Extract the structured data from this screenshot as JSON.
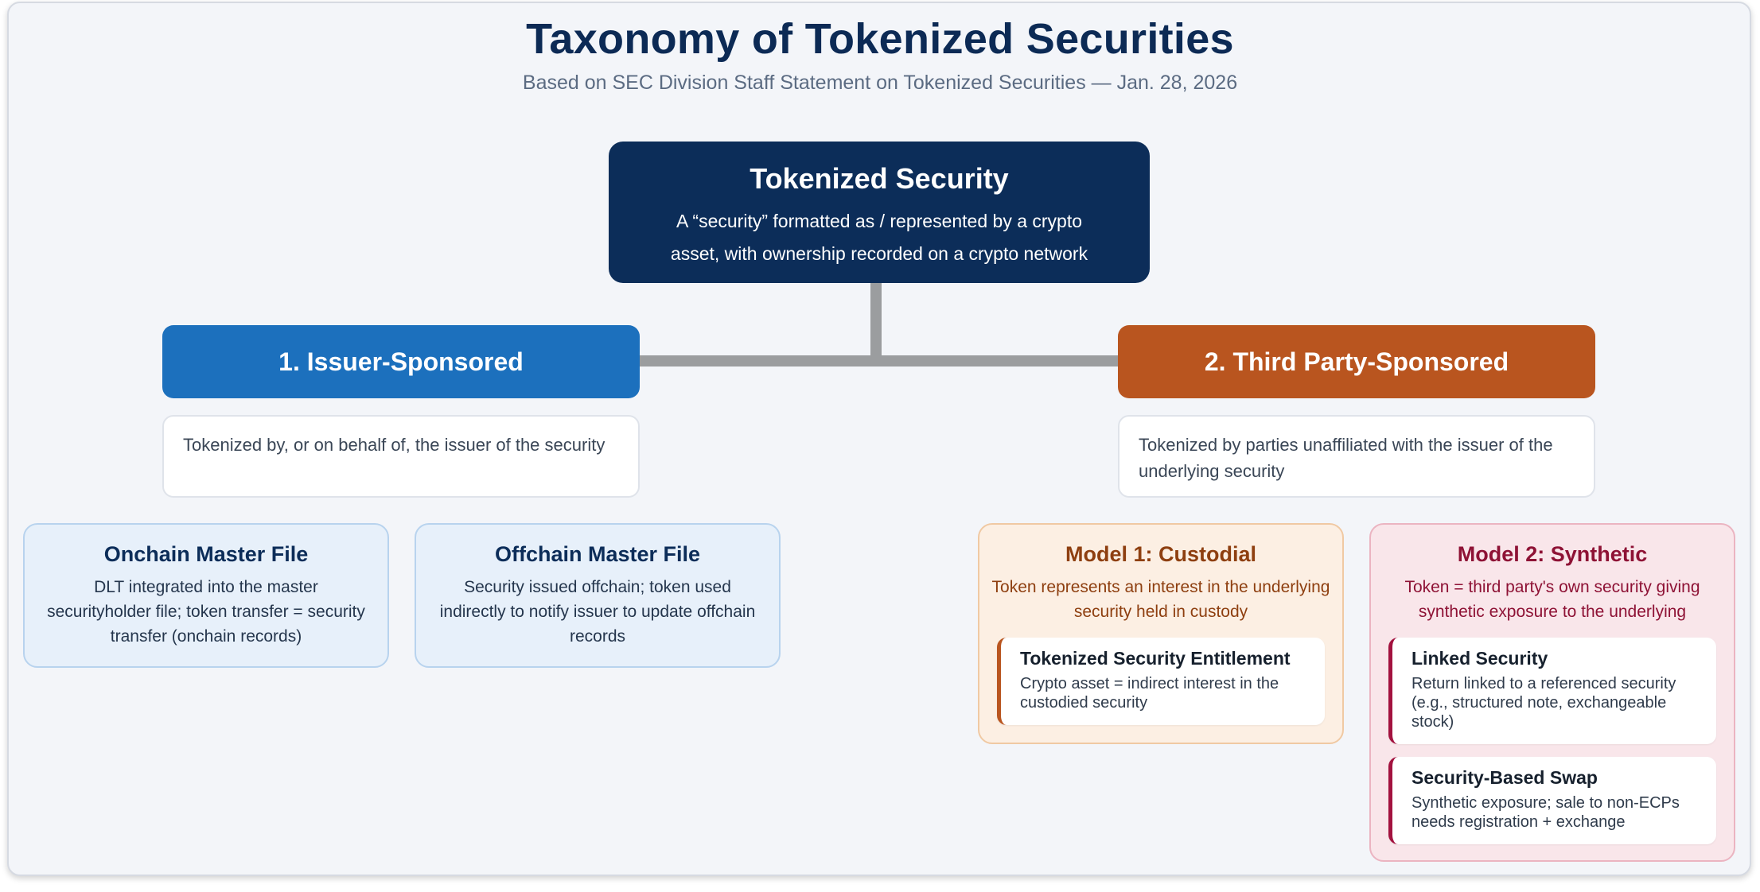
{
  "header": {
    "title": "Taxonomy of Tokenized Securities",
    "subtitle": "Based on SEC Division Staff Statement on Tokenized Securities — Jan. 28, 2026"
  },
  "root": {
    "title": "Tokenized Security",
    "description": "A “security” formatted as / represented by a crypto asset, with ownership recorded on a crypto network"
  },
  "branches": [
    {
      "label": "1. Issuer-Sponsored",
      "description": "Tokenized by, or on behalf of, the issuer of the security",
      "children": [
        {
          "title": "Onchain Master File",
          "description": "DLT integrated into the master securityholder file; token transfer = security transfer (onchain records)"
        },
        {
          "title": "Offchain Master File",
          "description": "Security issued offchain; token used indirectly to notify issuer to update offchain records"
        }
      ]
    },
    {
      "label": "2. Third Party-Sponsored",
      "description": "Tokenized by parties unaffiliated with the issuer of the underlying security",
      "children": [
        {
          "title": "Model 1: Custodial",
          "description": "Token represents an interest in the underlying security held in custody",
          "cards": [
            {
              "title": "Tokenized Security Entitlement",
              "description": "Crypto asset = indirect interest in the custodied security"
            }
          ]
        },
        {
          "title": "Model 2: Synthetic",
          "description": "Token = third party's own security giving synthetic exposure to the underlying",
          "cards": [
            {
              "title": "Linked Security",
              "description": "Return linked to a referenced security (e.g., structured note, exchangeable stock)"
            },
            {
              "title": "Security-Based Swap",
              "description": "Synthetic exposure; sale to non-ECPs needs registration + exchange"
            }
          ]
        }
      ]
    }
  ],
  "colors": {
    "navy": "#0c2d59",
    "issuer_blue": "#1c70bd",
    "third_party_orange": "#b9551f",
    "synthetic_red": "#8e1235",
    "connector_gray": "#9b9d9f",
    "background": "#f3f5f9"
  }
}
